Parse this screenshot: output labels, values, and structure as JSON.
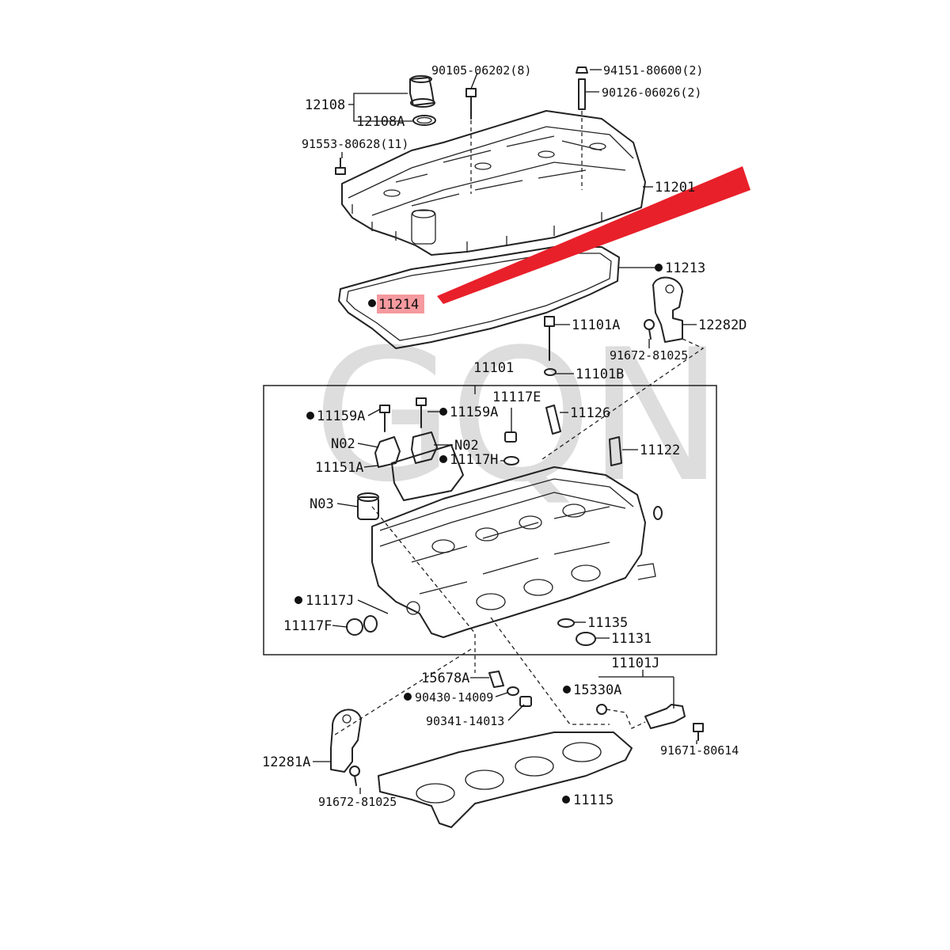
{
  "watermark": "GQN",
  "highlight_color": "#e8202a",
  "labels": {
    "p90105": "90105-06202(8)",
    "p94151": "94151-80600(2)",
    "p90126": "90126-06026(2)",
    "p12108": "12108",
    "p12108A": "12108A",
    "p91553": "91553-80628(11)",
    "p11201": "11201",
    "p11213": "11213",
    "p11214": "11214",
    "p11101A": "11101A",
    "p12282D": "12282D",
    "p91672a": "91672-81025",
    "p11101B": "11101B",
    "p11101": "11101",
    "p11117E": "11117E",
    "p11159A_1": "11159A",
    "p11159A_2": "11159A",
    "p11126": "11126",
    "pN02_1": "N02",
    "pN02_2": "N02",
    "p11122": "11122",
    "p11151A": "11151A",
    "p11117H": "11117H",
    "pN03": "N03",
    "p11117J": "11117J",
    "p11117F": "11117F",
    "p11135": "11135",
    "p11131": "11131",
    "p11101J": "11101J",
    "p15678A": "15678A",
    "p15330A": "15330A",
    "p90430": "90430-14009",
    "p90341": "90341-14013",
    "p91671": "91671-80614",
    "p12281A": "12281A",
    "p91672b": "91672-81025",
    "p11115": "11115"
  }
}
